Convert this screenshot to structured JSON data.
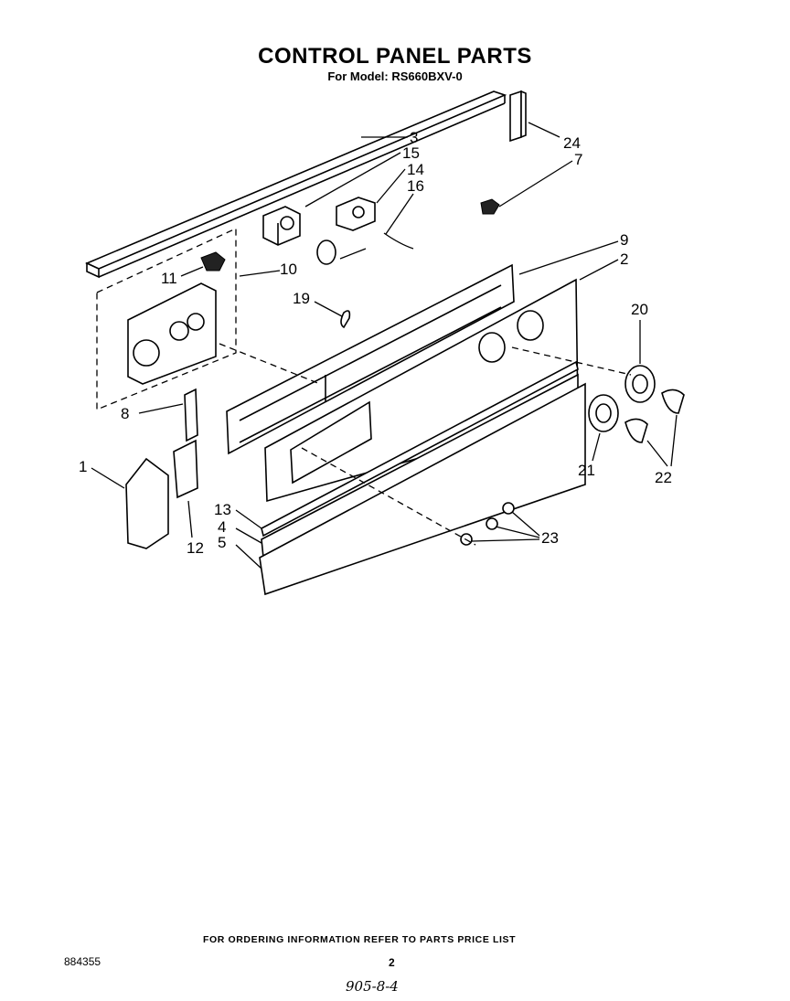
{
  "header": {
    "title": "CONTROL PANEL PARTS",
    "subtitle": "For Model: RS660BXV-0"
  },
  "callouts": [
    "3",
    "15",
    "14",
    "16",
    "24",
    "7",
    "9",
    "2",
    "10",
    "11",
    "19",
    "20",
    "8",
    "1",
    "21",
    "22",
    "13",
    "4",
    "12",
    "5",
    "23"
  ],
  "footer": {
    "note": "FOR ORDERING INFORMATION REFER TO PARTS PRICE LIST",
    "doc_number": "884355",
    "page": "2",
    "handwritten": "905-8-4"
  }
}
